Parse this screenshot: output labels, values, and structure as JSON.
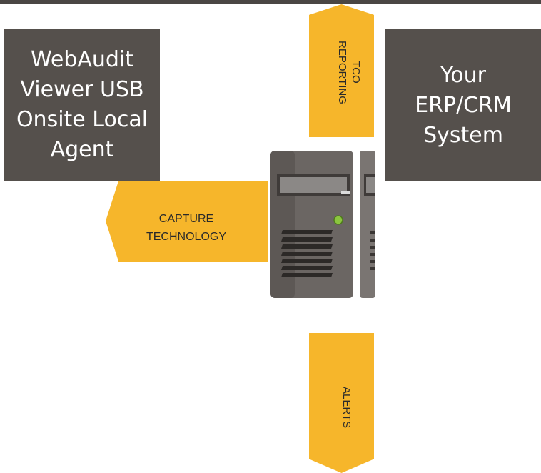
{
  "boxes": {
    "left": {
      "lines": [
        "WebAudit",
        "Viewer USB",
        "Onsite Local",
        "Agent"
      ]
    },
    "right": {
      "lines": [
        "Your",
        "ERP/CRM",
        "System"
      ]
    }
  },
  "arrows": {
    "tco": {
      "lines": [
        "TCO",
        "REPORTING"
      ]
    },
    "capture": {
      "lines": [
        "CAPTURE",
        "TECHNOLOGY"
      ]
    },
    "alerts": {
      "label": "ALERTS"
    }
  },
  "colors": {
    "box_bg": "#55504c",
    "arrow_fill": "#f6b62b",
    "top_bar": "#4a4644",
    "server_body": "#6b6663",
    "status_led": "#8bc53f"
  },
  "icons": [
    "server-icon"
  ]
}
